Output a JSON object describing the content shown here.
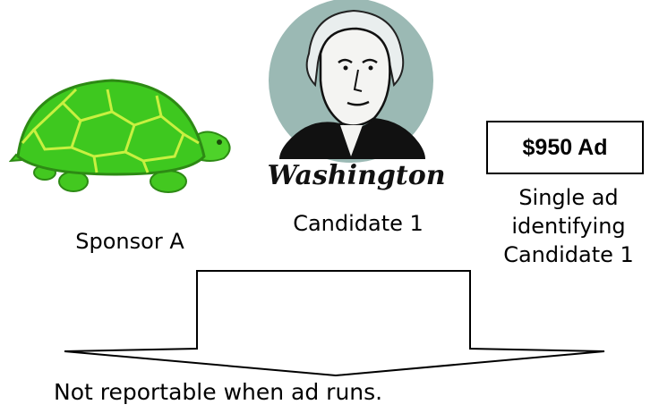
{
  "sponsor": {
    "label": "Sponsor A",
    "icon": "turtle-icon"
  },
  "candidate": {
    "label": "Candidate 1",
    "signature": "Washington",
    "icon": "washington-portrait"
  },
  "ad": {
    "amount_label": "$950 Ad",
    "description_lines": [
      "Single ad",
      "identifying",
      "Candidate 1"
    ]
  },
  "footer": {
    "text": "Not reportable when ad runs."
  },
  "colors": {
    "turtle_shell": "#3ec81f",
    "turtle_lines": "#c8f040",
    "turtle_body": "#4ed22a",
    "portrait_bg": "#9bb9b4"
  }
}
